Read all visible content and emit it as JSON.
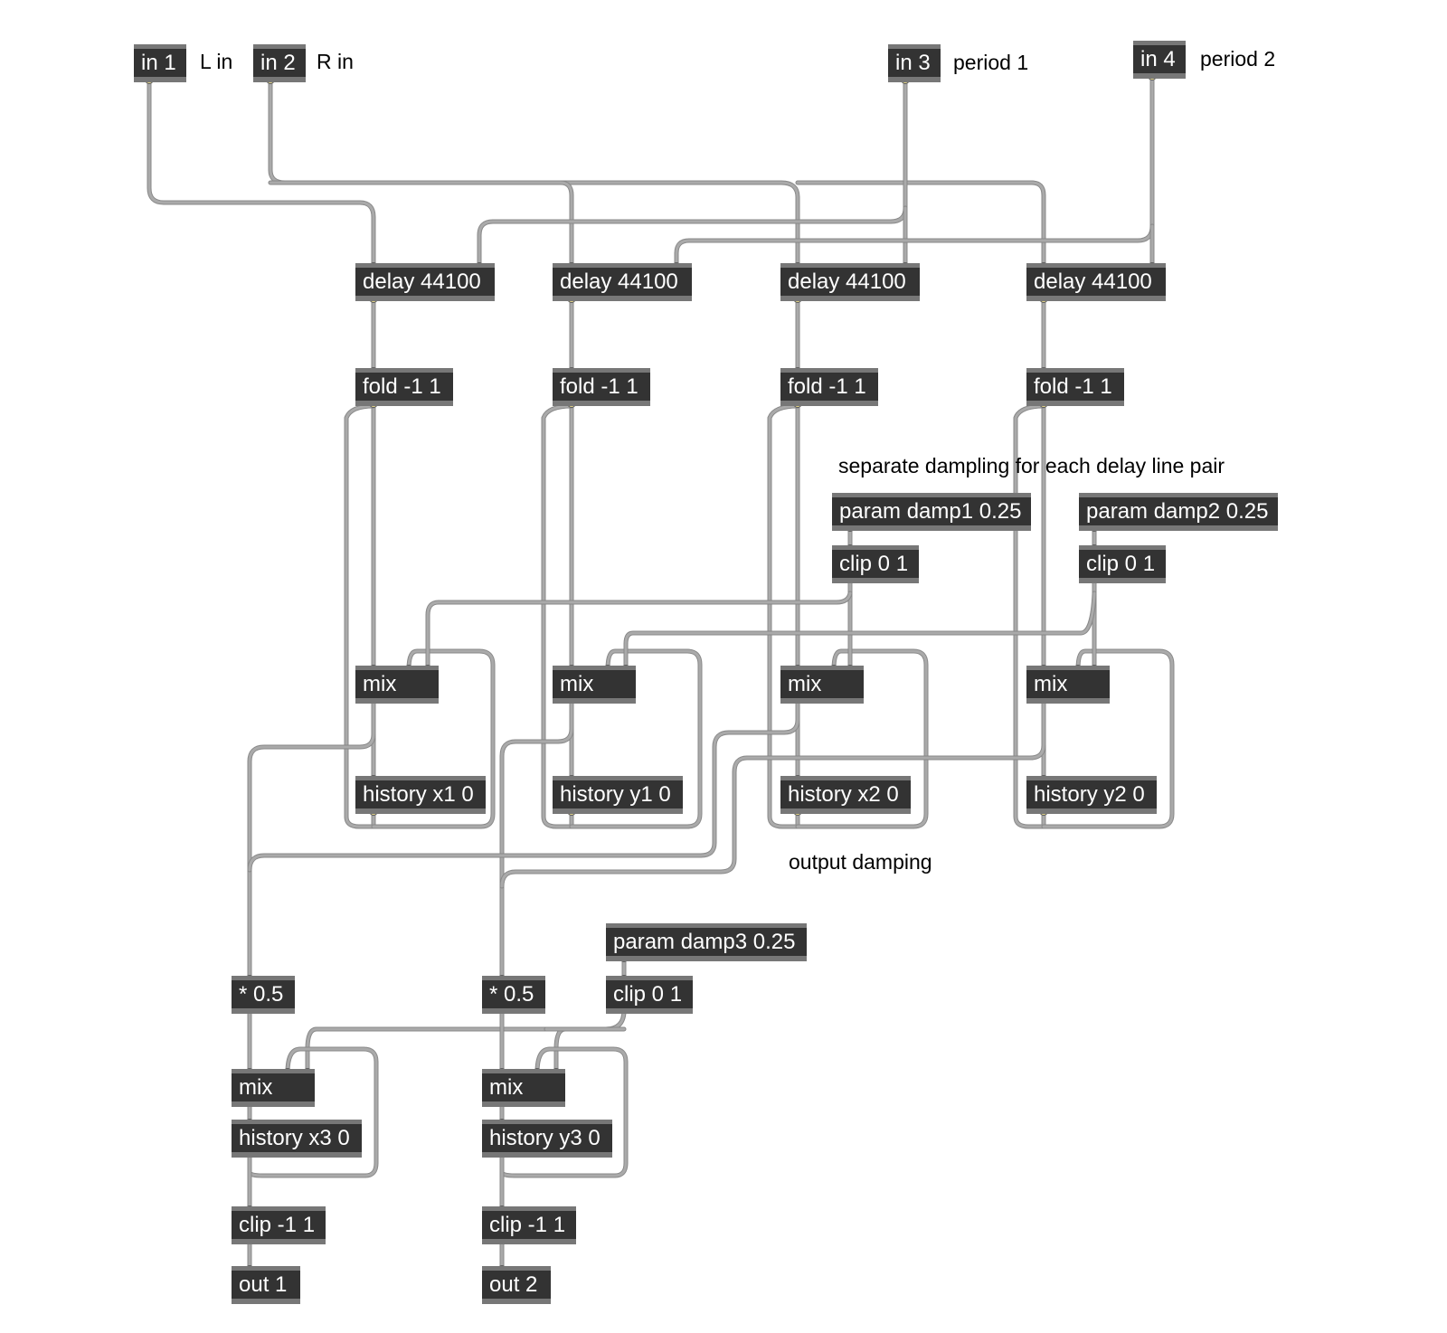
{
  "objects": [
    {
      "id": "in1",
      "text": "in 1"
    },
    {
      "id": "in2",
      "text": "in 2"
    },
    {
      "id": "in3",
      "text": "in 3"
    },
    {
      "id": "in4",
      "text": "in 4"
    },
    {
      "id": "delay1",
      "text": "delay 44100"
    },
    {
      "id": "delay2",
      "text": "delay 44100"
    },
    {
      "id": "delay3",
      "text": "delay 44100"
    },
    {
      "id": "delay4",
      "text": "delay 44100"
    },
    {
      "id": "fold1",
      "text": "fold -1 1"
    },
    {
      "id": "fold2",
      "text": "fold -1 1"
    },
    {
      "id": "fold3",
      "text": "fold -1 1"
    },
    {
      "id": "fold4",
      "text": "fold -1 1"
    },
    {
      "id": "param_damp1",
      "text": "param damp1 0.25"
    },
    {
      "id": "param_damp2",
      "text": "param damp2 0.25"
    },
    {
      "id": "clip_d1",
      "text": "clip 0 1"
    },
    {
      "id": "clip_d2",
      "text": "clip 0 1"
    },
    {
      "id": "mix1",
      "text": "mix"
    },
    {
      "id": "mix2",
      "text": "mix"
    },
    {
      "id": "mix3",
      "text": "mix"
    },
    {
      "id": "mix4",
      "text": "mix"
    },
    {
      "id": "hist_x1",
      "text": "history x1 0"
    },
    {
      "id": "hist_y1",
      "text": "history y1 0"
    },
    {
      "id": "hist_x2",
      "text": "history x2 0"
    },
    {
      "id": "hist_y2",
      "text": "history y2 0"
    },
    {
      "id": "param_damp3",
      "text": "param damp3 0.25"
    },
    {
      "id": "mul1",
      "text": "* 0.5"
    },
    {
      "id": "mul2",
      "text": "* 0.5"
    },
    {
      "id": "clip_d3",
      "text": "clip 0 1"
    },
    {
      "id": "mix5",
      "text": "mix"
    },
    {
      "id": "mix6",
      "text": "mix"
    },
    {
      "id": "hist_x3",
      "text": "history x3 0"
    },
    {
      "id": "hist_y3",
      "text": "history y3 0"
    },
    {
      "id": "clip_out1",
      "text": "clip -1 1"
    },
    {
      "id": "clip_out2",
      "text": "clip -1 1"
    },
    {
      "id": "out1",
      "text": "out 1"
    },
    {
      "id": "out2",
      "text": "out 2"
    }
  ],
  "comments": [
    {
      "id": "c_lin",
      "text": "L in"
    },
    {
      "id": "c_rin",
      "text": "R in"
    },
    {
      "id": "c_period1",
      "text": "period 1"
    },
    {
      "id": "c_period2",
      "text": "period 2"
    },
    {
      "id": "c_sep",
      "text": "separate dampling for each delay line pair"
    },
    {
      "id": "c_outdamp",
      "text": "output damping"
    }
  ],
  "colors": {
    "box": "#333333",
    "box_border": "#777777",
    "cable": "#aaaaaa",
    "cable_outline": "#888888",
    "inlet": "#e08a8a",
    "outlet": "#e6d88a"
  }
}
